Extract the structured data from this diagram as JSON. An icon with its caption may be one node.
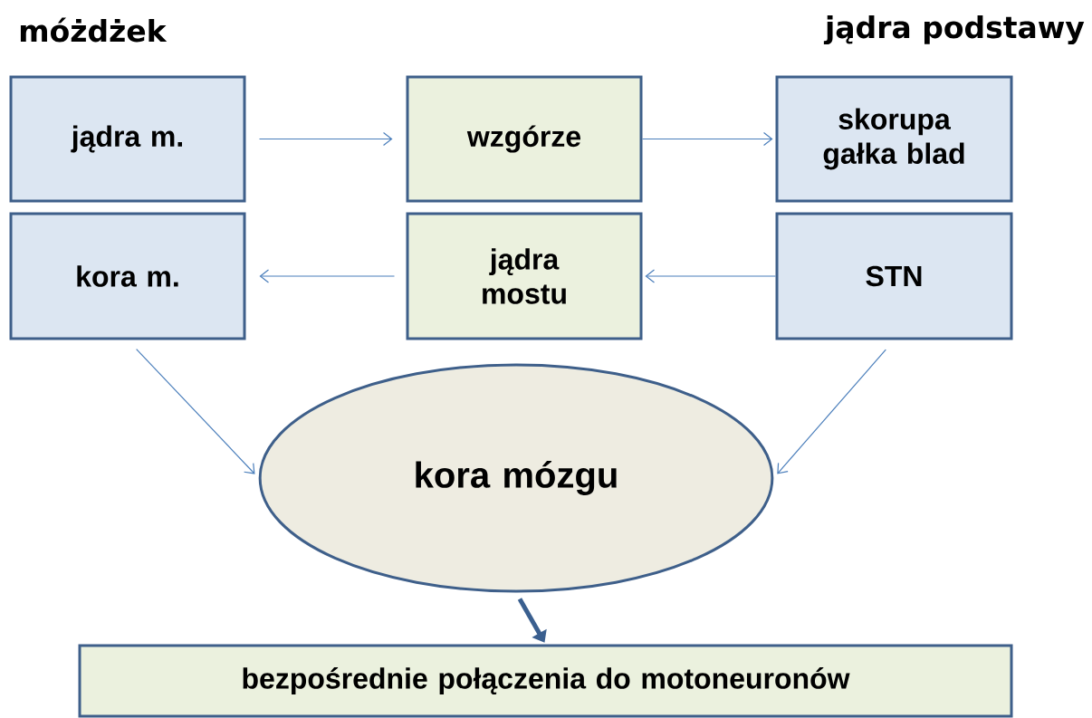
{
  "diagram": {
    "nodes": [
      {
        "text": [
          "jądra m."
        ]
      },
      {
        "text": [
          "wzgórze"
        ]
      },
      {
        "text": [
          "skorupa gałka blad"
        ]
      },
      {
        "text": [
          "kora m."
        ]
      },
      {
        "text": [
          "jądra mostu"
        ]
      },
      {
        "text": [
          "STN"
        ]
      },
      {
        "text": [
          "kora mózgu"
        ]
      },
      {
        "text": [
          "bezpośrednie połączenia do motoneuronów"
        ]
      }
    ],
    "edges": [
      {
        "from": 0,
        "to": 1,
        "arrow": "to"
      },
      {
        "from": 1,
        "to": 2,
        "arrow": "to"
      },
      {
        "from": 5,
        "to": 4,
        "arrow": "to"
      },
      {
        "from": 4,
        "to": 3,
        "arrow": "to"
      },
      {
        "from": 3,
        "to": 6,
        "arrow": "to"
      },
      {
        "from": 5,
        "to": 6,
        "arrow": "to"
      },
      {
        "from": 6,
        "to": 7,
        "arrow": "to",
        "style": "thick",
        "color": "#3a5f8f"
      }
    ],
    "labels": [
      "móżdżek",
      "jądra podstawy"
    ]
  }
}
